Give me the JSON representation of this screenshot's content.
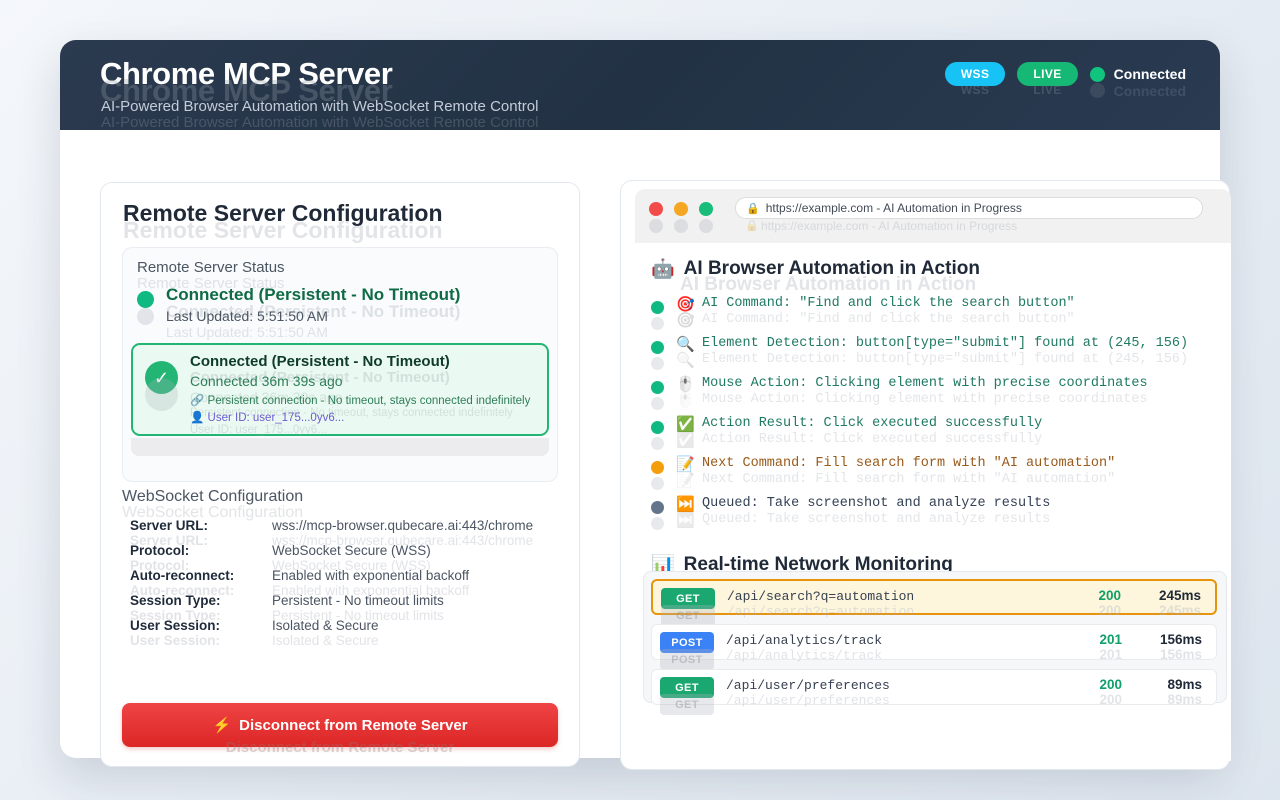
{
  "header": {
    "title": "Chrome MCP Server",
    "subtitle": "AI-Powered Browser Automation with WebSocket Remote Control",
    "badge_wss": "WSS",
    "badge_live": "LIVE",
    "connection_label": "Connected",
    "colors": {
      "header_bg": "#223244",
      "badge_wss": "#17c3f5",
      "badge_live": "#15b874",
      "connected_dot": "#10c47d"
    }
  },
  "left_panel": {
    "title": "Remote Server Configuration",
    "status": {
      "section_label": "Remote Server Status",
      "headline": "Connected (Persistent - No Timeout)",
      "last_updated": "Last Updated: 5:51:50 AM",
      "dot_color": "#10b981"
    },
    "alert": {
      "check_icon": "check-icon",
      "headline": "Connected (Persistent - No Timeout)",
      "elapsed": "Connected 36m 39s ago",
      "note_icon": "link-icon",
      "note": "Persistent connection - No timeout, stays connected indefinitely",
      "user_icon": "person-icon",
      "user": "User ID: user_175...0yv6...",
      "border_color": "#22b573",
      "bg_color": "#eafaf2"
    },
    "websocket": {
      "section_label": "WebSocket Configuration",
      "rows": [
        {
          "key": "Server URL:",
          "value": "wss://mcp-browser.qubecare.ai:443/chrome"
        },
        {
          "key": "Protocol:",
          "value": "WebSocket Secure (WSS)"
        },
        {
          "key": "Auto-reconnect:",
          "value": "Enabled with exponential backoff"
        },
        {
          "key": "Session Type:",
          "value": "Persistent - No timeout limits"
        },
        {
          "key": "User Session:",
          "value": "Isolated & Secure"
        }
      ]
    },
    "disconnect_button": {
      "icon": "bolt-icon",
      "label": "Disconnect from Remote Server",
      "color": "#dc2626"
    }
  },
  "right_panel": {
    "browser": {
      "traffic_lights": [
        "close-red",
        "minimize-yellow",
        "maximize-green"
      ],
      "lock_icon": "lock-icon",
      "url": "https://example.com - AI Automation in Progress"
    },
    "automation": {
      "icon": "robot-icon",
      "title": "AI Browser Automation in Action",
      "entries": [
        {
          "dot": "#10b981",
          "icon": "target-icon",
          "glyph": "🎯",
          "text": "AI Command: \"Find and click the search button\"",
          "color": "#1f7a63"
        },
        {
          "dot": "#10b981",
          "icon": "magnifier-icon",
          "glyph": "🔍",
          "text": "Element Detection: button[type=\"submit\"] found at (245, 156)",
          "color": "#1f7a63"
        },
        {
          "dot": "#10b981",
          "icon": "mouse-icon",
          "glyph": "🖱️",
          "text": "Mouse Action: Clicking element with precise coordinates",
          "color": "#1f7a63"
        },
        {
          "dot": "#10b981",
          "icon": "check-box-icon",
          "glyph": "✅",
          "text": "Action Result: Click executed successfully",
          "color": "#1f7a63"
        },
        {
          "dot": "#f59e0b",
          "icon": "memo-icon",
          "glyph": "📝",
          "text": "Next Command: Fill search form with \"AI automation\"",
          "color": "#9a5a1a"
        },
        {
          "dot": "#64748b",
          "icon": "fast-forward-icon",
          "glyph": "⏭️",
          "text": "Queued: Take screenshot and analyze results",
          "color": "#334155"
        }
      ]
    },
    "network": {
      "icon": "bar-chart-icon",
      "title": "Real-time Network Monitoring",
      "rows": [
        {
          "method": "GET",
          "path": "/api/search?q=automation",
          "status": "200",
          "time": "245ms",
          "highlighted": true
        },
        {
          "method": "POST",
          "path": "/api/analytics/track",
          "status": "201",
          "time": "156ms",
          "highlighted": false
        },
        {
          "method": "GET",
          "path": "/api/user/preferences",
          "status": "200",
          "time": "89ms",
          "highlighted": false
        }
      ]
    }
  }
}
